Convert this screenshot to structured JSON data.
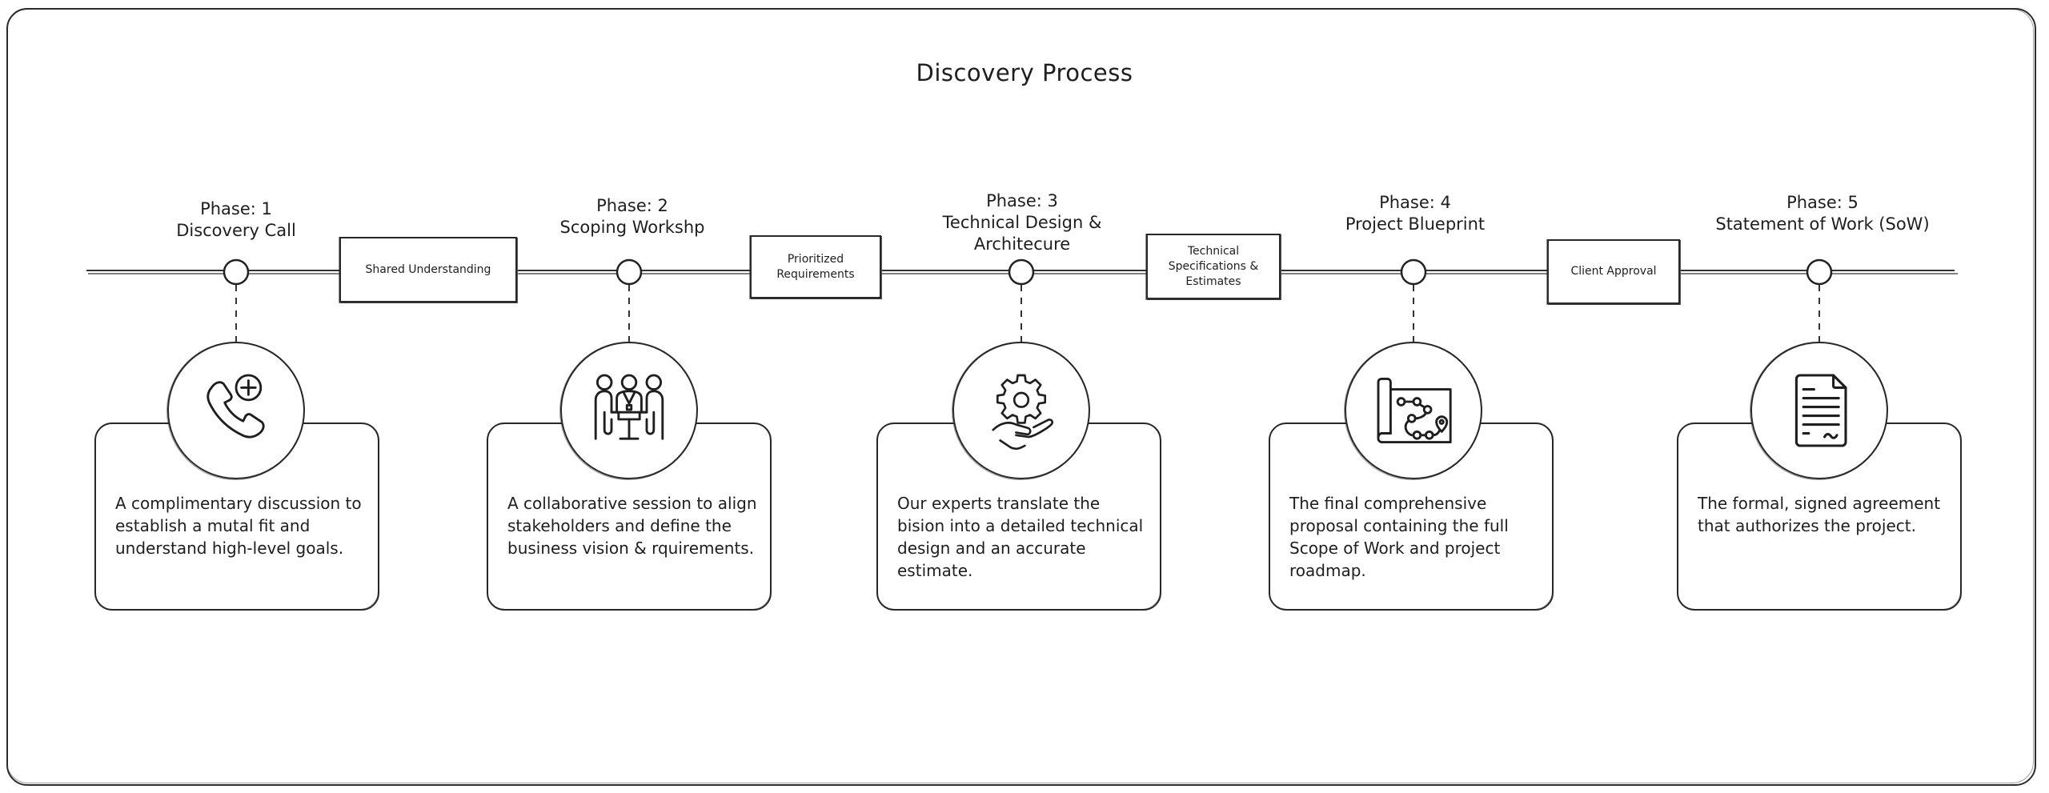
{
  "title": "Discovery Process",
  "phases": [
    {
      "label": "Phase: 1",
      "name": "Discovery Call",
      "icon": "phone-add-icon",
      "description": "A complimentary discussion to establish a mutal fit and understand high-level goals."
    },
    {
      "label": "Phase: 2",
      "name": "Scoping Workshp",
      "icon": "meeting-people-icon",
      "description": "A collaborative session to align stakeholders and define the business vision & rquirements."
    },
    {
      "label": "Phase: 3",
      "name": "Technical Design & Architecure",
      "icon": "gear-hand-icon",
      "description": "Our experts translate the bision into a detailed technical design and an accurate estimate."
    },
    {
      "label": "Phase: 4",
      "name": "Project Blueprint",
      "icon": "roadmap-blueprint-icon",
      "description": "The final comprehensive proposal containing the full Scope of Work and project roadmap."
    },
    {
      "label": "Phase: 5",
      "name": "Statement of Work (SoW)",
      "icon": "signed-document-icon",
      "description": "The formal, signed agreement that authorizes the project."
    }
  ],
  "milestones": [
    "Shared Understanding",
    "Prioritized Requirements",
    "Technical Specifications & Estimates",
    "Client Approval"
  ],
  "colors": {
    "stroke": "#1e1e1e",
    "background": "#ffffff"
  }
}
